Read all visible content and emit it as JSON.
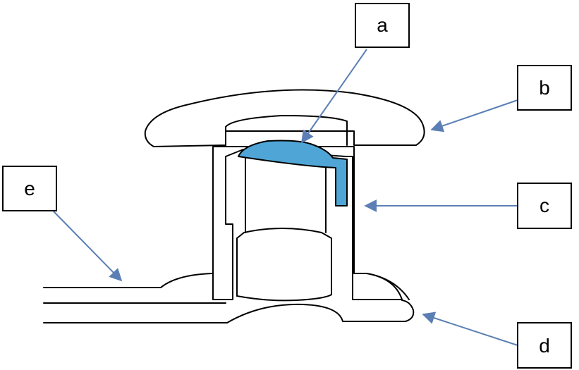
{
  "colors": {
    "valve_fill": "#4fa6d6",
    "leader_line": "#5b7fb4",
    "outline": "#000000",
    "background": "#ffffff"
  },
  "labels": {
    "a": "a",
    "b": "b",
    "c": "c",
    "d": "d",
    "e": "e"
  }
}
